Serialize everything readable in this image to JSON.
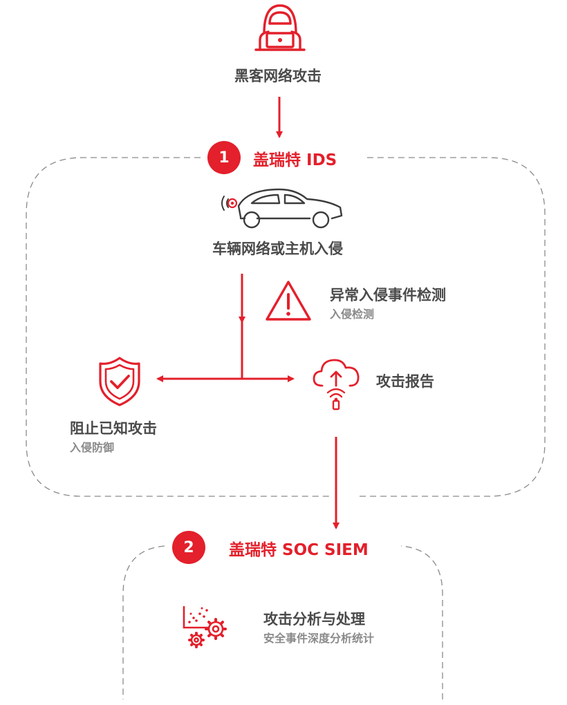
{
  "colors": {
    "accent": "#e3202b",
    "text": "#4a4a4a",
    "subtext": "#8a8a8a",
    "dash": "#8a8a8a"
  },
  "hacker": {
    "icon": "hacker-laptop-icon",
    "label": "黑客网络攻击"
  },
  "ids": {
    "badge": "1",
    "title": "盖瑞特 IDS",
    "vehicle": {
      "icon": "connected-car-icon",
      "label": "车辆网络或主机入侵"
    },
    "detection": {
      "icon": "warning-triangle-icon",
      "label": "异常入侵事件检测",
      "sub": "入侵检测"
    },
    "block": {
      "icon": "shield-check-icon",
      "label": "阻止已知攻击",
      "sub": "入侵防御"
    },
    "report": {
      "icon": "cloud-upload-icon",
      "label": "攻击报告"
    }
  },
  "soc": {
    "badge": "2",
    "title": "盖瑞特 SOC SIEM",
    "analysis": {
      "icon": "analytics-gears-icon",
      "label": "攻击分析与处理",
      "sub": "安全事件深度分析统计"
    }
  }
}
